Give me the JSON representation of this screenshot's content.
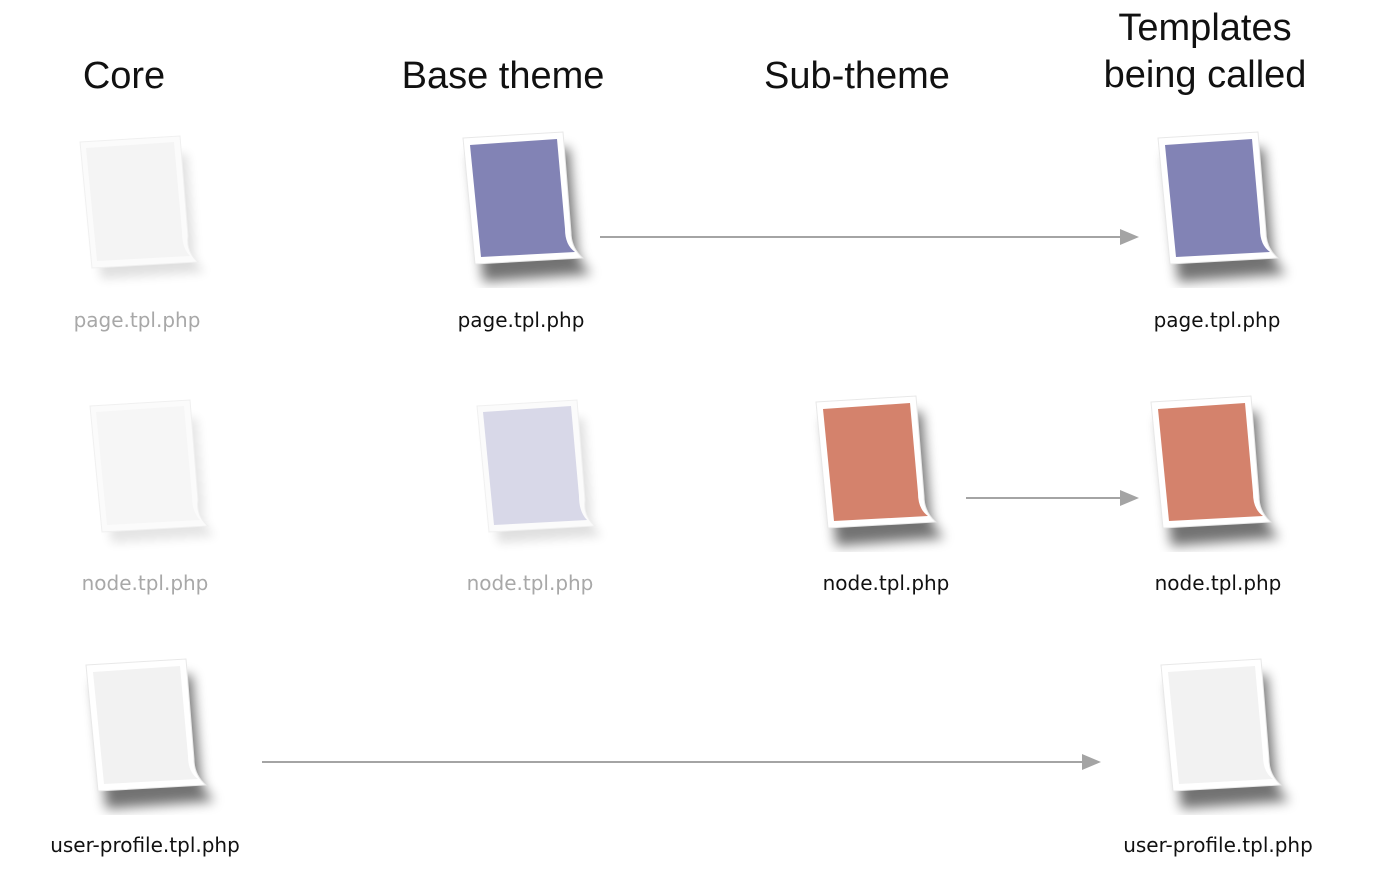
{
  "columns": {
    "core": "Core",
    "base_theme": "Base theme",
    "sub_theme": "Sub-theme",
    "called": "Templates\nbeing called"
  },
  "rows": {
    "page": {
      "core_label": "page.tpl.php",
      "base_label": "page.tpl.php",
      "called_label": "page.tpl.php"
    },
    "node": {
      "core_label": "node.tpl.php",
      "base_label": "node.tpl.php",
      "sub_label": "node.tpl.php",
      "called_label": "node.tpl.php"
    },
    "user_profile": {
      "core_label": "user-profile.tpl.php",
      "called_label": "user-profile.tpl.php"
    }
  },
  "colors": {
    "base_theme": "#8283b5",
    "base_theme_faded": "#d8d8e8",
    "sub_theme": "#d4826c",
    "core": "#f4f4f4",
    "core_faded": "#f8f8f8",
    "arrow": "#a4a4a4"
  }
}
